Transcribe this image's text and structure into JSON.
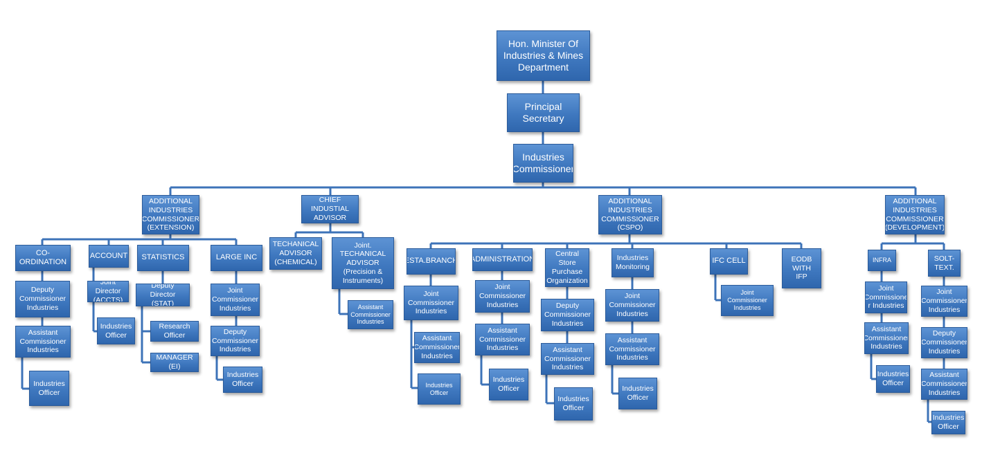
{
  "minister": "Hon. Minister Of\nIndustries & Mines\nDepartment",
  "principal_secretary": "Principal\nSecretary",
  "commissioner": "Industries\nCommissioner",
  "extension": {
    "head": "ADDITIONAL\nINDUSTRIES\nCOMMISSIONER\n(EXTENSION)",
    "coordination": "CO-ORDINATION",
    "coord_deputy": "Deputy\nCommissioner\nIndustries",
    "coord_assistant": "Assistant\nCommissioner\nIndustries",
    "coord_officer": "Industries\nOfficer",
    "account": "ACCOUNT",
    "account_joint_director": "Joint Director\n(ACCTS)",
    "account_officer": "Industries\nOfficer",
    "statistics": "STATISTICS",
    "stat_deputy_director": "Deputy Director\n(STAT)",
    "stat_research_officer": "Research\nOfficer",
    "stat_manager": "MANAGER (EI)",
    "large_inc": "LARGE INC",
    "large_joint": "Joint\nCommissioner\nIndustries",
    "large_deputy": "Deputy\nCommissioner\nIndustries",
    "large_officer": "Industries\nOfficer"
  },
  "advisor": {
    "head": "CHIEF INDUSTIAL\nADVISOR",
    "chemical": "TECHANICAL\nADVISOR\n(CHEMICAL)",
    "precision": "Joint. TECHANICAL\nADVISOR\n(Precision &\nInstruments)",
    "precision_assistant": "Assistant\nCommissioner\nIndustries"
  },
  "cspo": {
    "head": "ADDITIONAL\nINDUSTRIES\nCOMMISSIONER\n(CSPO)",
    "esta": "ESTA.BRANCH",
    "esta_joint": "Joint\nCommissioner\nIndustries",
    "esta_assistant": "Assistant\nCommissioner\nIndustries",
    "esta_officer": "Industries\nOfficer",
    "administration": "ADMINISTRATION",
    "admin_joint": "Joint\nCommissioner\nIndustries",
    "admin_assistant": "Assistant\nCommissioner\nIndustries",
    "admin_officer": "Industries\nOfficer",
    "central_store": "Central Store\nPurchase\nOrganization",
    "cs_deputy": "Deputy\nCommissioner\nIndustries",
    "cs_assistant": "Assistant\nCommissioner\nIndustries",
    "cs_officer": "Industries\nOfficer",
    "monitoring": "Industries\nMonitoring",
    "mon_joint": "Joint\nCommissioner\nIndustries",
    "mon_assistant": "Assistant\nCommissioner\nIndustries",
    "mon_officer": "Industries\nOfficer",
    "ifc": "IFC CELL",
    "ifc_joint": "Joint\nCommissioner\nIndustries",
    "eodb": "EODB WITH\nIFP"
  },
  "development": {
    "head": "ADDITIONAL\nINDUSTRIES\nCOMMISSIONER\n(DEVELOPMENT)",
    "infra": "INFRA",
    "infra_joint": "Joint\nCommissione\nr Industries",
    "infra_assistant": "Assistant\nCommissioner\nIndustries",
    "infra_officer": "Industries\nOfficer",
    "solt": "SOLT-\nTEXT.",
    "solt_joint": "Joint\nCommissioner\nIndustries",
    "solt_deputy": "Deputy\nCommissioner\nIndustries",
    "solt_assistant": "Assistant\nCommissioner\nIndustries",
    "solt_officer": "Industries\nOfficer"
  }
}
